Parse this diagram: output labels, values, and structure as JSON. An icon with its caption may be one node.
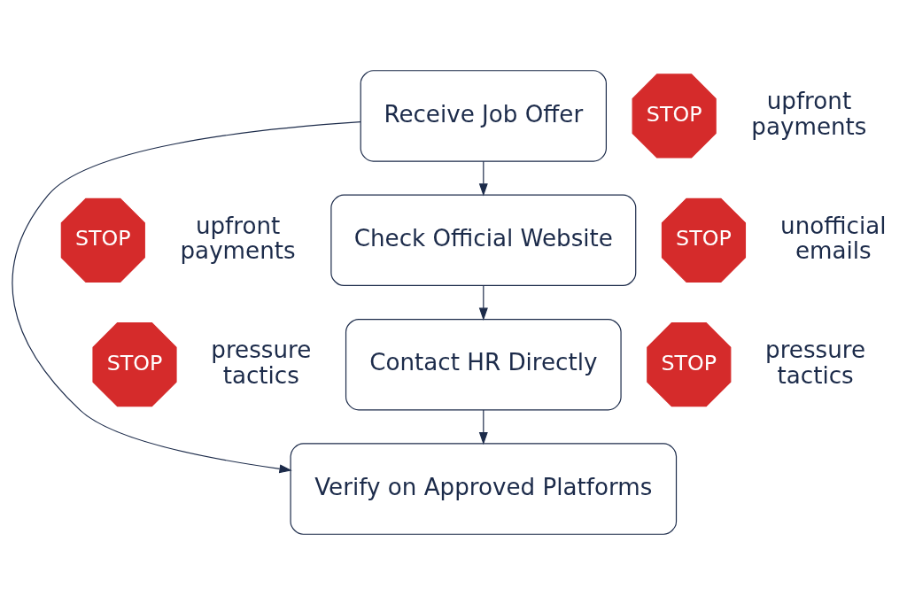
{
  "diagram": {
    "nodes": [
      {
        "text": [
          "Receive Job Offer"
        ]
      },
      {
        "text": [
          "Check Official Website"
        ]
      },
      {
        "text": [
          "Contact HR Directly"
        ]
      },
      {
        "text": [
          "Verify on Approved Platforms"
        ]
      },
      {
        "text": [
          "STOP"
        ],
        "beside": [
          "upfront payments"
        ]
      },
      {
        "text": [
          "STOP"
        ],
        "beside": [
          "unofficial emails"
        ]
      },
      {
        "text": [
          "STOP"
        ],
        "beside": [
          "pressure tactics"
        ]
      },
      {
        "text": [
          "STOP"
        ],
        "beside": [
          "upfront payments"
        ]
      },
      {
        "text": [
          "STOP"
        ],
        "beside": [
          "pressure tactics"
        ]
      }
    ],
    "edges": [
      {
        "from": 0,
        "to": 1,
        "arrow": "to"
      },
      {
        "from": 1,
        "to": 2,
        "arrow": "to"
      },
      {
        "from": 2,
        "to": 3,
        "arrow": "to"
      },
      {
        "from": 0,
        "to": 3,
        "arrow": "to"
      }
    ]
  }
}
